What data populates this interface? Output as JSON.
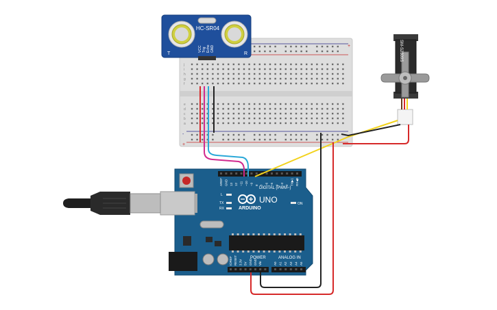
{
  "sensor": {
    "model": "HC-SR04",
    "left_mark": "T",
    "right_mark": "R",
    "pins": [
      "VCC",
      "Trig",
      "Echo",
      "GND"
    ]
  },
  "servo": {
    "model": "SM-S2309S"
  },
  "breadboard": {
    "rail_plus": "+",
    "rail_minus": "-",
    "row_letters_top": [
      "j",
      "i",
      "h",
      "g",
      "f"
    ],
    "row_letters_bottom": [
      "e",
      "d",
      "c",
      "b",
      "a"
    ]
  },
  "arduino": {
    "brand": "ARDUINO",
    "model": "UNO",
    "digital_label": "DIGITAL (PWM~)",
    "power_label": "POWER",
    "analog_label": "ANALOG IN",
    "on_label": "ON",
    "tx_label": "TX",
    "rx_label": "RX",
    "l_label": "L",
    "top_pins": [
      "AREF",
      "GND",
      "13",
      "12",
      "~11",
      "~10",
      "~9",
      "8",
      "7",
      "~6",
      "~5",
      "4",
      "~3",
      "2",
      "TX▶1",
      "RX◀0"
    ],
    "power_pins": [
      "IOREF",
      "RESET",
      "3.3V",
      "5V",
      "GND",
      "GND",
      "Vin"
    ],
    "analog_pins": [
      "A0",
      "A1",
      "A2",
      "A3",
      "A4",
      "A5"
    ]
  },
  "colors": {
    "board_blue": "#1b5e8c",
    "breadboard": "#dcdcdc",
    "wire_red": "#d62828",
    "wire_black": "#222222",
    "wire_yellow": "#f2d21b",
    "wire_magenta": "#d12a8f",
    "wire_cyan": "#2aa8d8",
    "sensor_blue": "#1f4f9c"
  }
}
